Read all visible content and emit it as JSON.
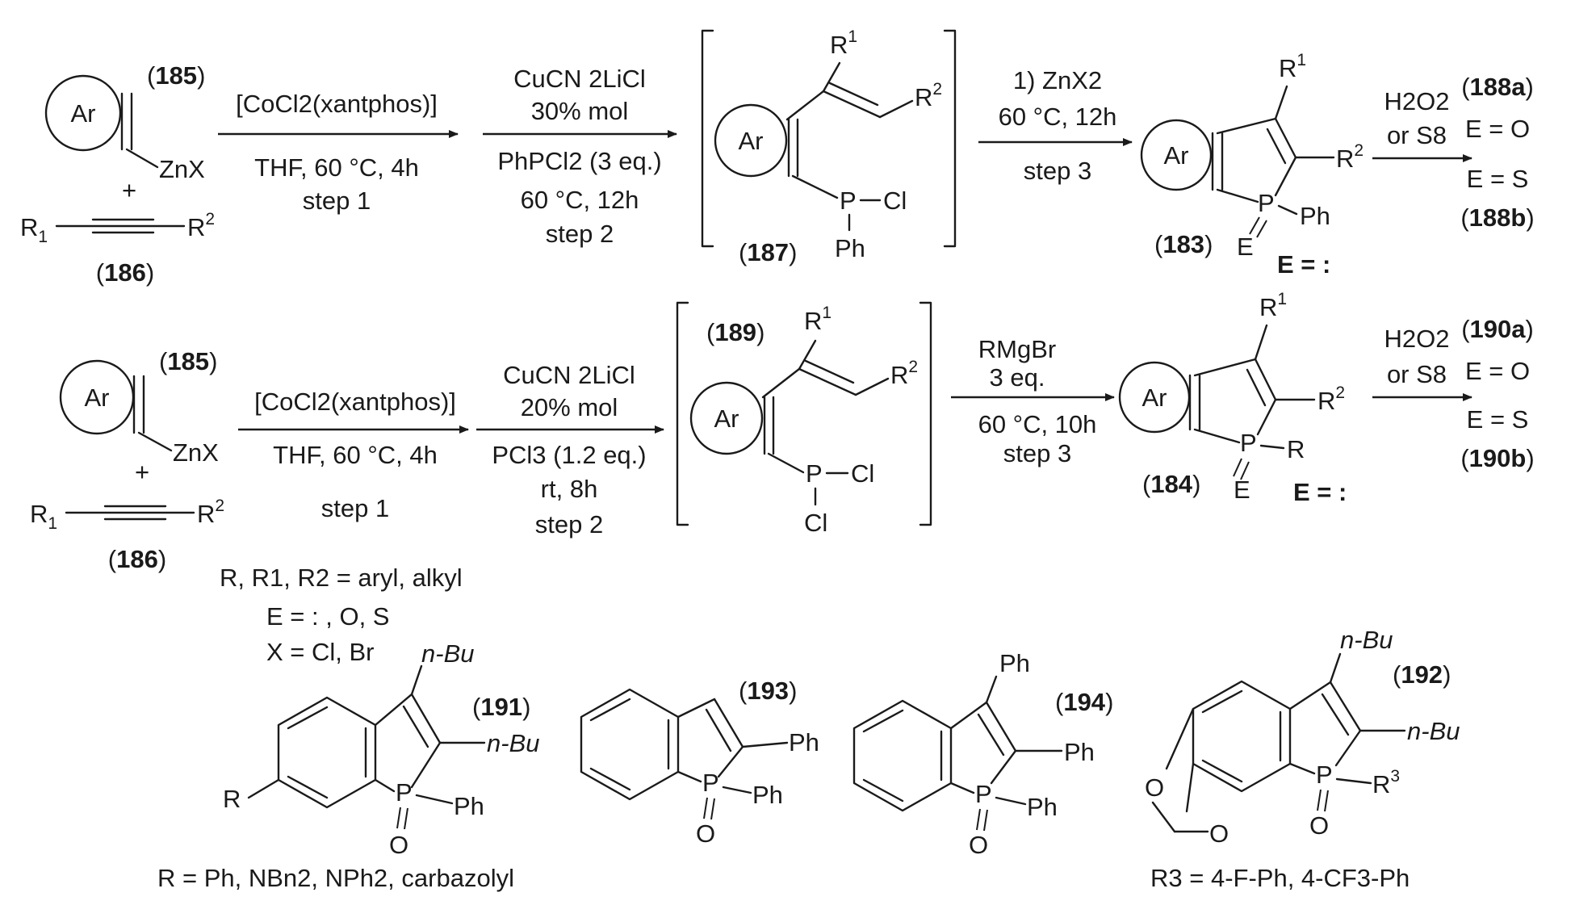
{
  "reaction1": {
    "sm_label": "185",
    "alkyne_label": "186",
    "intermediate_label": "187",
    "product_label": "183",
    "product_e_label": "E = :",
    "oxide_label": "188a",
    "sulfide_label": "188b",
    "oxide_e": "E = O",
    "sulfide_e": "E = S",
    "step1_cond_a": "[CoCl2(xantphos)]",
    "step1_cond_b": "THF, 60 °C, 4h",
    "step1_label": "step 1",
    "step2_cond_a": "CuCN 2LiCl",
    "step2_cond_b": "30% mol",
    "step2_cond_c": "PhPCl2 (3 eq.)",
    "step2_cond_d": "60 °C, 12h",
    "step2_label": "step 2",
    "step3_cond_a": "1) ZnX2",
    "step3_cond_b": "60 °C, 12h",
    "step3_label": "step 3",
    "ox_reagent_a": "H2O2",
    "ox_reagent_b": "or S8"
  },
  "reaction2": {
    "sm_label": "185",
    "alkyne_label": "186",
    "intermediate_label": "189",
    "product_label": "184",
    "product_e_label": "E = :",
    "oxide_label": "190a",
    "sulfide_label": "190b",
    "oxide_e": "E = O",
    "sulfide_e": "E = S",
    "step1_cond_a": "[CoCl2(xantphos)]",
    "step1_cond_b": "THF, 60 °C, 4h",
    "step1_label": "step 1",
    "step2_cond_a": "CuCN 2LiCl",
    "step2_cond_b": "20% mol",
    "step2_cond_c": "PCl3 (1.2 eq.)",
    "step2_cond_d": "rt, 8h",
    "step2_label": "step 2",
    "step3_cond_a": "RMgBr",
    "step3_cond_b": "3 eq.",
    "step3_cond_c": "60 °C, 10h",
    "step3_label": "step 3",
    "ox_reagent_a": "H2O2",
    "ox_reagent_b": "or S8"
  },
  "legend": {
    "line1": "R, R1, R2 = aryl, alkyl",
    "line2": "E = : , O, S",
    "line3": "X = Cl, Br"
  },
  "examples": {
    "c191": {
      "label": "191",
      "footnote": "R = Ph, NBn2, NPh2, carbazolyl"
    },
    "c193": {
      "label": "193"
    },
    "c194": {
      "label": "194"
    },
    "c192": {
      "label": "192",
      "footnote": "R3 = 4-F-Ph, 4-CF3-Ph"
    }
  },
  "atoms": {
    "ar": "Ar",
    "znx": "ZnX",
    "plus": "+",
    "p": "P",
    "cl": "Cl",
    "ph": "Ph",
    "e": "E",
    "o": "O",
    "r": "R",
    "r1": "R",
    "r2": "R",
    "r3": "R",
    "nbu": "n-Bu"
  }
}
